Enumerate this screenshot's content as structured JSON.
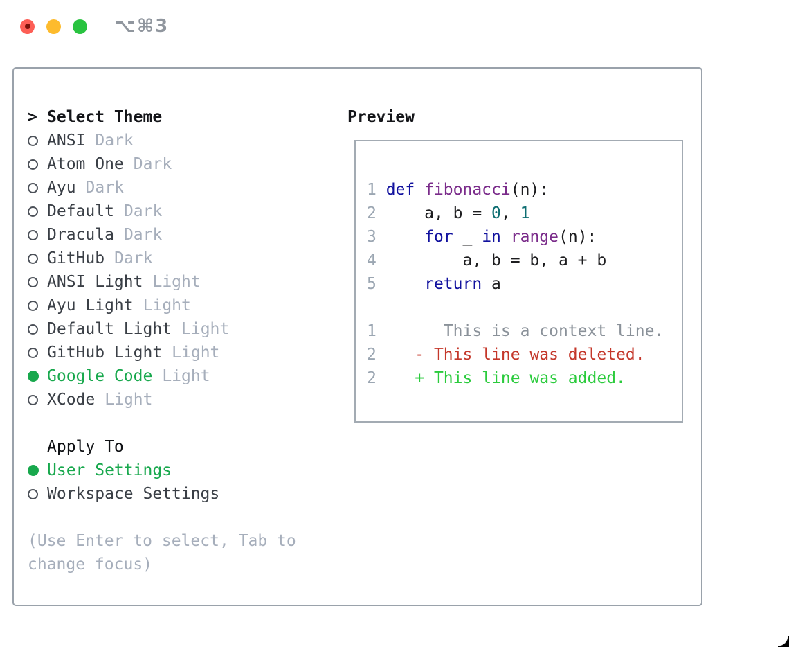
{
  "titlebar": {
    "shortcut": "⌥⌘3",
    "buttons": [
      "close",
      "minimize",
      "zoom"
    ]
  },
  "panel": {
    "prompt_marker": ">",
    "title": "Select Theme",
    "themes": [
      {
        "name": "ANSI",
        "tag": "Dark",
        "selected": false
      },
      {
        "name": "Atom One",
        "tag": "Dark",
        "selected": false
      },
      {
        "name": "Ayu",
        "tag": "Dark",
        "selected": false
      },
      {
        "name": "Default",
        "tag": "Dark",
        "selected": false
      },
      {
        "name": "Dracula",
        "tag": "Dark",
        "selected": false
      },
      {
        "name": "GitHub",
        "tag": "Dark",
        "selected": false
      },
      {
        "name": "ANSI Light",
        "tag": "Light",
        "selected": false
      },
      {
        "name": "Ayu Light",
        "tag": "Light",
        "selected": false
      },
      {
        "name": "Default Light",
        "tag": "Light",
        "selected": false
      },
      {
        "name": "GitHub Light",
        "tag": "Light",
        "selected": false
      },
      {
        "name": "Google Code",
        "tag": "Light",
        "selected": true
      },
      {
        "name": "XCode",
        "tag": "Light",
        "selected": false
      }
    ],
    "apply_to": {
      "label": "Apply To",
      "options": [
        {
          "name": "User Settings",
          "selected": true
        },
        {
          "name": "Workspace Settings",
          "selected": false
        }
      ]
    },
    "hint": "(Use Enter to select, Tab to\nchange focus)"
  },
  "preview": {
    "title": "Preview",
    "lines": [
      {
        "num": "1",
        "tokens": [
          [
            "def ",
            "kwd"
          ],
          [
            "fibonacci",
            "typ"
          ],
          [
            "(n):",
            "pln"
          ]
        ]
      },
      {
        "num": "2",
        "tokens": [
          [
            "    a, b = ",
            "pln"
          ],
          [
            "0",
            "lit"
          ],
          [
            ", ",
            "pln"
          ],
          [
            "1",
            "lit"
          ]
        ]
      },
      {
        "num": "3",
        "tokens": [
          [
            "    ",
            "pln"
          ],
          [
            "for",
            "kwd"
          ],
          [
            " _ ",
            "pln"
          ],
          [
            "in",
            "kwd"
          ],
          [
            " ",
            "pln"
          ],
          [
            "range",
            "typ"
          ],
          [
            "(n):",
            "pln"
          ]
        ]
      },
      {
        "num": "4",
        "tokens": [
          [
            "        a, b = b, a + b",
            "pln"
          ]
        ]
      },
      {
        "num": "5",
        "tokens": [
          [
            "    ",
            "pln"
          ],
          [
            "return",
            "kwd"
          ],
          [
            " a",
            "pln"
          ]
        ]
      },
      {
        "num": "",
        "tokens": []
      },
      {
        "num": "1",
        "tokens": [
          [
            "      This is a context line.",
            "ctx"
          ]
        ]
      },
      {
        "num": "2",
        "tokens": [
          [
            "   - This line was deleted.",
            "del"
          ]
        ]
      },
      {
        "num": "2",
        "tokens": [
          [
            "   + This line was added.",
            "add"
          ]
        ]
      }
    ]
  },
  "colors": {
    "selection_green": "#18a84d",
    "added_green": "#2bcb3d",
    "deleted_red": "#c4372a",
    "keyword_blue": "#11119e",
    "type_purple": "#7a2b8a",
    "literal_teal": "#0e6e72",
    "muted_gray": "#a6aebb",
    "border_gray": "#9aa2ab",
    "traffic_red": "#fd5e55",
    "traffic_yellow": "#fdbb2d",
    "traffic_green": "#29c340"
  }
}
